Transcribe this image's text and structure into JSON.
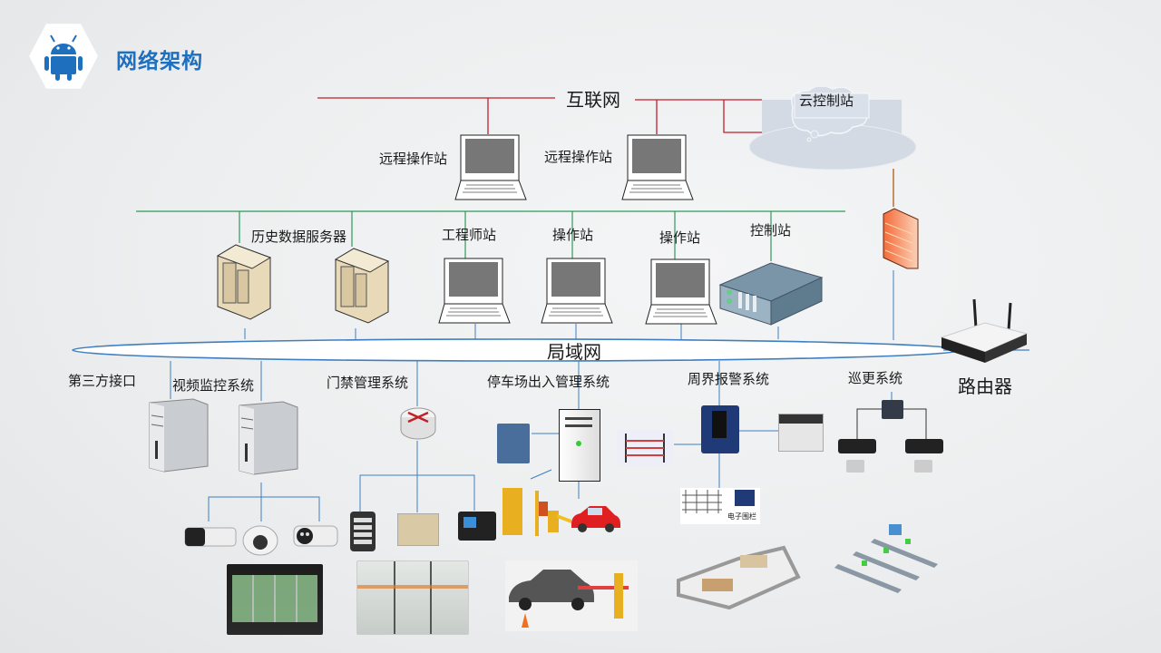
{
  "header": {
    "title": "网络架构",
    "logo_icon": "android-icon",
    "brand_color": "#1f6fbf"
  },
  "network": {
    "internet": "互联网",
    "lan": "局域网",
    "router": "路由器",
    "cloud_station": "云控制站",
    "firewall_icon": "firewall-icon"
  },
  "remote_stations": [
    {
      "label": "远程操作站",
      "icon": "laptop-icon"
    },
    {
      "label": "远程操作站",
      "icon": "laptop-icon"
    }
  ],
  "control_layer": {
    "history_server": "历史数据服务器",
    "engineer_station": "工程师站",
    "operator_station_1": "操作站",
    "operator_station_2": "操作站",
    "control_station": "控制站"
  },
  "subsystems": {
    "third_party": "第三方接口",
    "video": "视频监控系统",
    "access": "门禁管理系统",
    "parking": "停车场出入管理系统",
    "perimeter": "周界报警系统",
    "patrol": "巡更系统",
    "electric_fence": "电子围栏"
  },
  "colors": {
    "internet_line": "#c0202a",
    "control_line": "#2e9a5a",
    "lan_line": "#3f7fbf",
    "firewall_line": "#b05a10"
  }
}
